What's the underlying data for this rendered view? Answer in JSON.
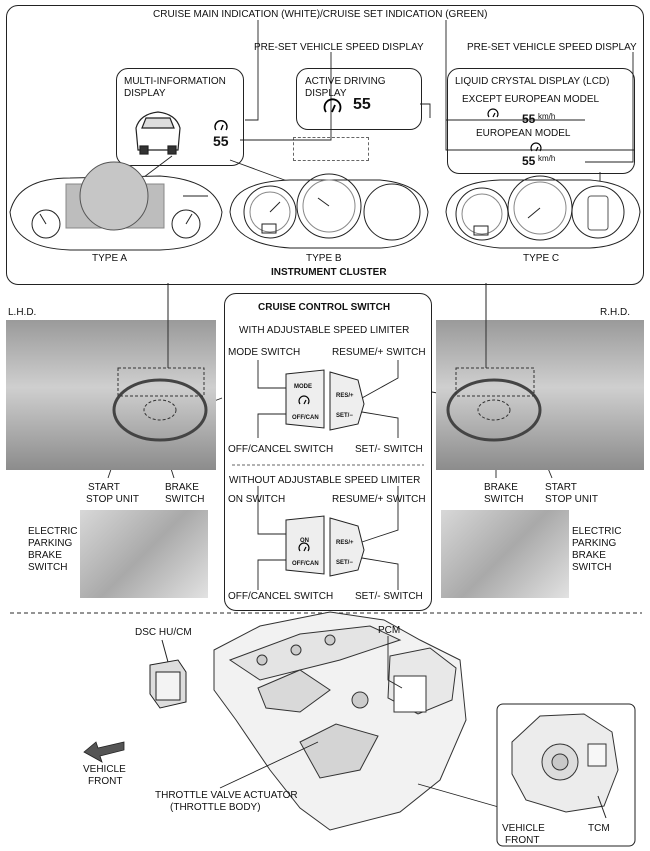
{
  "top": {
    "cruise_indication": "CRUISE MAIN INDICATION (WHITE)/CRUISE SET INDICATION (GREEN)",
    "preset_speed_left": "PRE-SET VEHICLE SPEED DISPLAY",
    "preset_speed_right": "PRE-SET VEHICLE SPEED DISPLAY",
    "mid_line1": "MULTI-INFORMATION",
    "mid_line2": "DISPLAY",
    "mid_speed": "55",
    "add_line1": "ACTIVE DRIVING",
    "add_line2": "DISPLAY",
    "add_speed": "55",
    "lcd_title": "LIQUID CRYSTAL DISPLAY (LCD)",
    "lcd_except": "EXCEPT EUROPEAN MODEL",
    "lcd_european": "EUROPEAN MODEL",
    "lcd_speed1": "55",
    "lcd_speed2": "55",
    "lcd_unit1": "km/h",
    "lcd_unit2": "km/h",
    "type_a": "TYPE A",
    "type_b": "TYPE B",
    "type_c": "TYPE C",
    "cluster_title": "INSTRUMENT CLUSTER"
  },
  "middle": {
    "lhd": "L.H.D.",
    "rhd": "R.H.D.",
    "switch_title": "CRUISE CONTROL SWITCH",
    "with_limiter": "WITH ADJUSTABLE SPEED LIMITER",
    "mode_switch": "MODE SWITCH",
    "resume_switch_1": "RESUME/+ SWITCH",
    "off_cancel_1": "OFF/CANCEL SWITCH",
    "set_switch_1": "SET/- SWITCH",
    "without_limiter": "WITHOUT ADJUSTABLE SPEED LIMITER",
    "on_switch": "ON SWITCH",
    "resume_switch_2": "RESUME/+ SWITCH",
    "off_cancel_2": "OFF/CANCEL SWITCH",
    "set_switch_2": "SET/- SWITCH",
    "btn_mode": "MODE",
    "btn_off": "OFF/CAN",
    "btn_res": "RES/+",
    "btn_set": "SET/−",
    "btn_on": "ON",
    "left_start_1": "START",
    "left_start_2": "STOP UNIT",
    "left_brake_1": "BRAKE",
    "left_brake_2": "SWITCH",
    "right_brake_1": "BRAKE",
    "right_brake_2": "SWITCH",
    "right_start_1": "START",
    "right_start_2": "STOP UNIT",
    "epb_left_1": "ELECTRIC",
    "epb_left_2": "PARKING",
    "epb_left_3": "BRAKE",
    "epb_left_4": "SWITCH",
    "epb_right_1": "ELECTRIC",
    "epb_right_2": "PARKING",
    "epb_right_3": "BRAKE",
    "epb_right_4": "SWITCH"
  },
  "bottom": {
    "dsc": "DSC HU/CM",
    "pcm": "PCM",
    "vehicle_front_1": "VEHICLE",
    "vehicle_front_2": "FRONT",
    "throttle_1": "THROTTLE VALVE ACTUATOR",
    "throttle_2": "(THROTTLE BODY)",
    "inset_vehicle_1": "VEHICLE",
    "inset_vehicle_2": "FRONT",
    "tcm": "TCM"
  }
}
